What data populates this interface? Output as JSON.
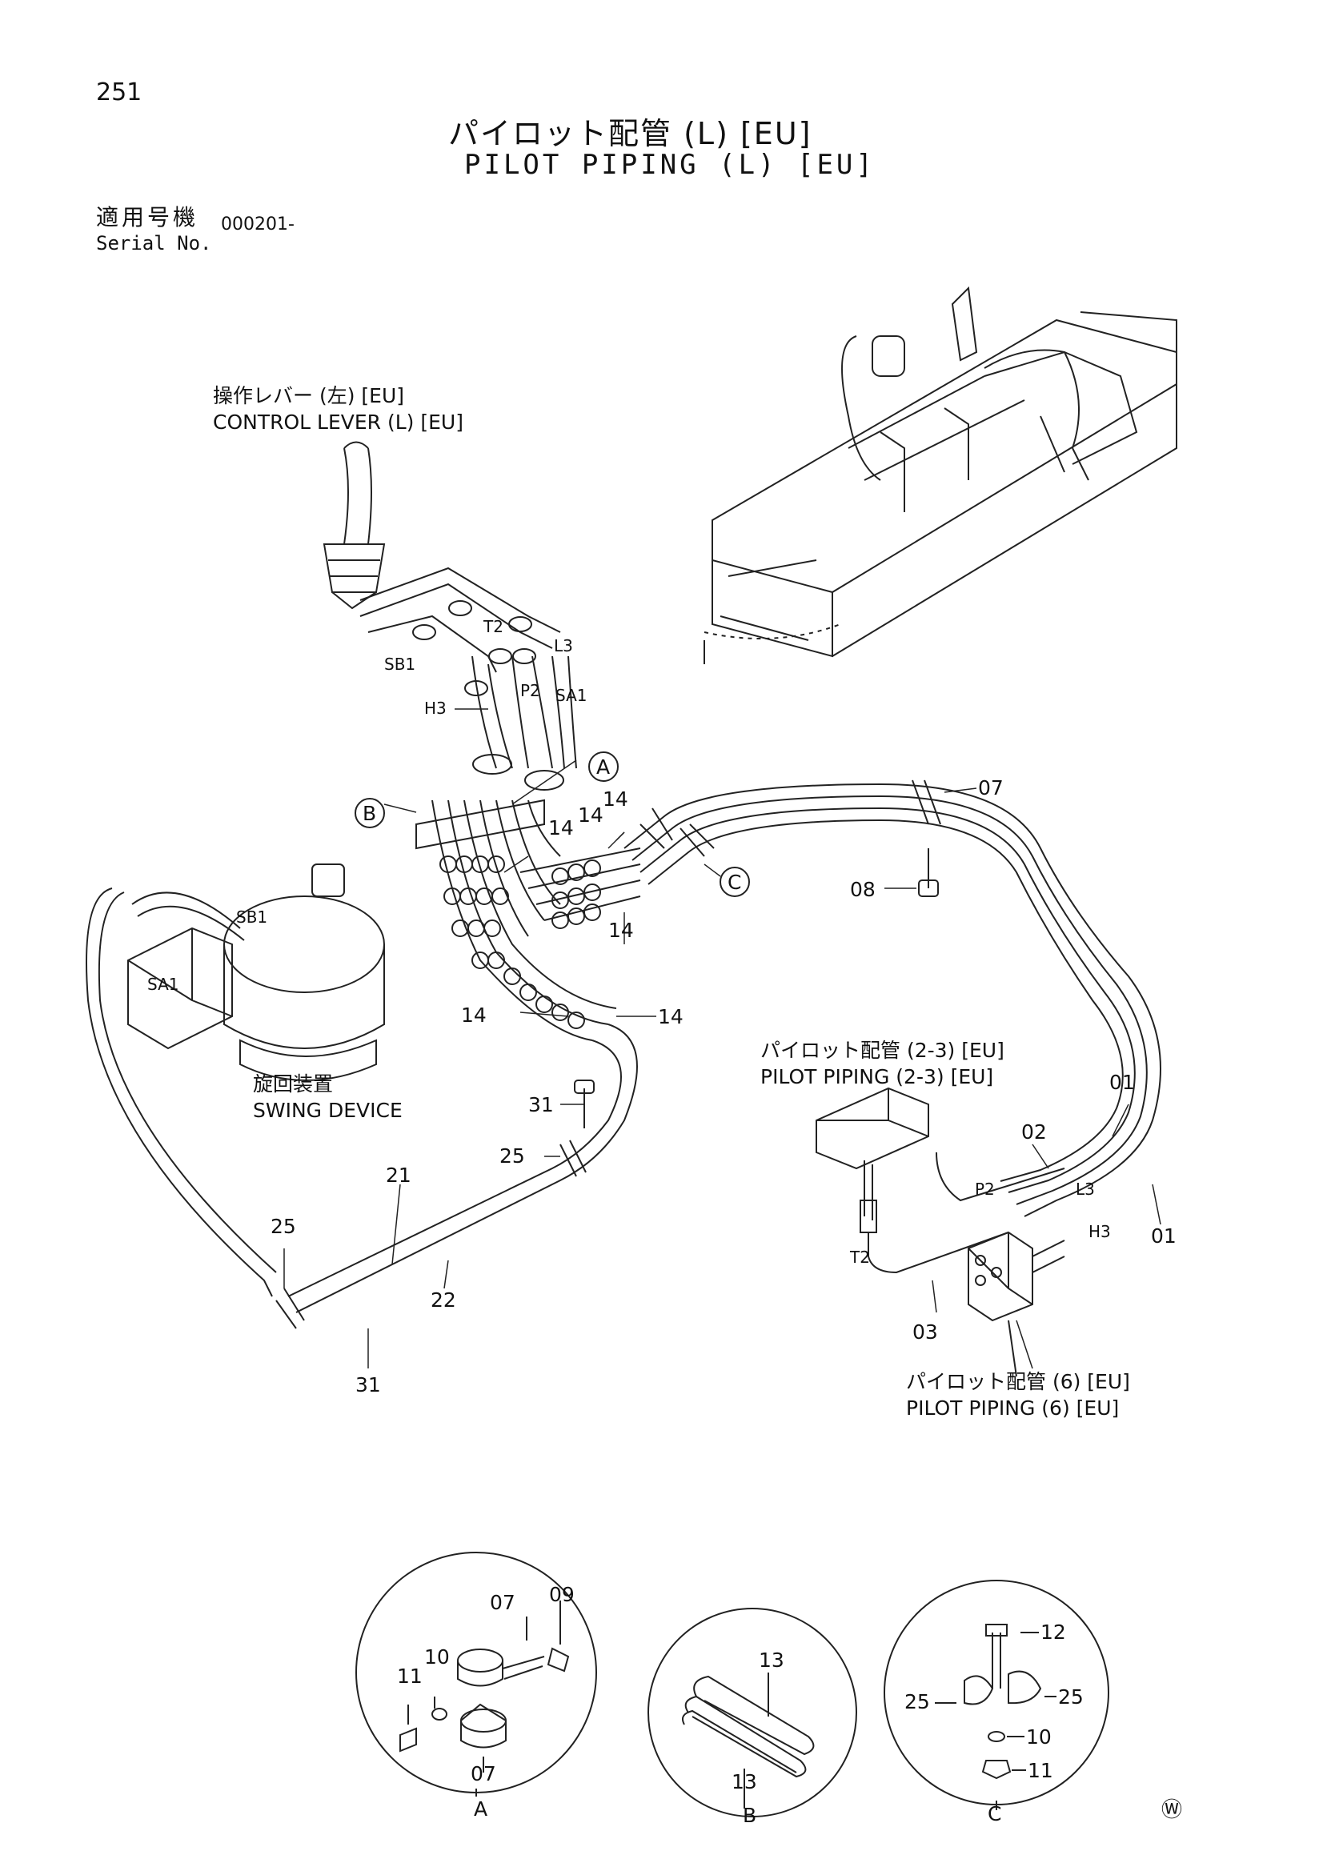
{
  "header": {
    "page_number": "251",
    "title_jp": "パイロット配管 (L) [EU]",
    "title_en": "PILOT PIPING (L) [EU]",
    "serial_label_jp": "適用号機",
    "serial_label_en": "Serial No.",
    "serial_value": "000201-"
  },
  "captions": {
    "control_lever_jp": "操作レバー (左) [EU]",
    "control_lever_en": "CONTROL LEVER (L) [EU]",
    "swing_device_jp": "旋回装置",
    "swing_device_en": "SWING DEVICE",
    "pilot_piping_23_jp": "パイロット配管 (2-3) [EU]",
    "pilot_piping_23_en": "PILOT PIPING (2-3) [EU]",
    "pilot_piping_6_jp": "パイロット配管 (6) [EU]",
    "pilot_piping_6_en": "PILOT PIPING (6) [EU]"
  },
  "port_labels": {
    "t2_top": "T2",
    "l3_top": "L3",
    "sb1_top": "SB1",
    "p2_top": "P2",
    "sa1_top": "SA1",
    "h3_top": "H3",
    "sb1_swing": "SB1",
    "sa1_swing": "SA1",
    "p2_right": "P2",
    "l3_right": "L3",
    "h3_right": "H3",
    "t2_right": "T2"
  },
  "part_numbers": {
    "p14_a": "14",
    "p14_b": "14",
    "p14_c": "14",
    "p14_d": "14",
    "p14_e": "14",
    "p14_f": "14",
    "p07_main": "07",
    "p08": "08",
    "p31_top": "31",
    "p25_top": "25",
    "p21": "21",
    "p25_left": "25",
    "p22": "22",
    "p31_bottom": "31",
    "p01_a": "01",
    "p02": "02",
    "p01_b": "01",
    "p03": "03"
  },
  "callouts": {
    "a": "A",
    "b": "B",
    "c": "C"
  },
  "details": {
    "a": {
      "label": "A",
      "parts": {
        "p07_top": "07",
        "p09": "09",
        "p10": "10",
        "p11": "11",
        "p07_bottom": "07"
      }
    },
    "b": {
      "label": "B",
      "parts": {
        "p13_top": "13",
        "p13_bottom": "13"
      }
    },
    "c": {
      "label": "C",
      "parts": {
        "p12": "12",
        "p25_left": "25",
        "p25_right": "25",
        "p10": "10",
        "p11": "11"
      }
    }
  },
  "footer_mark": "Ⓦ"
}
